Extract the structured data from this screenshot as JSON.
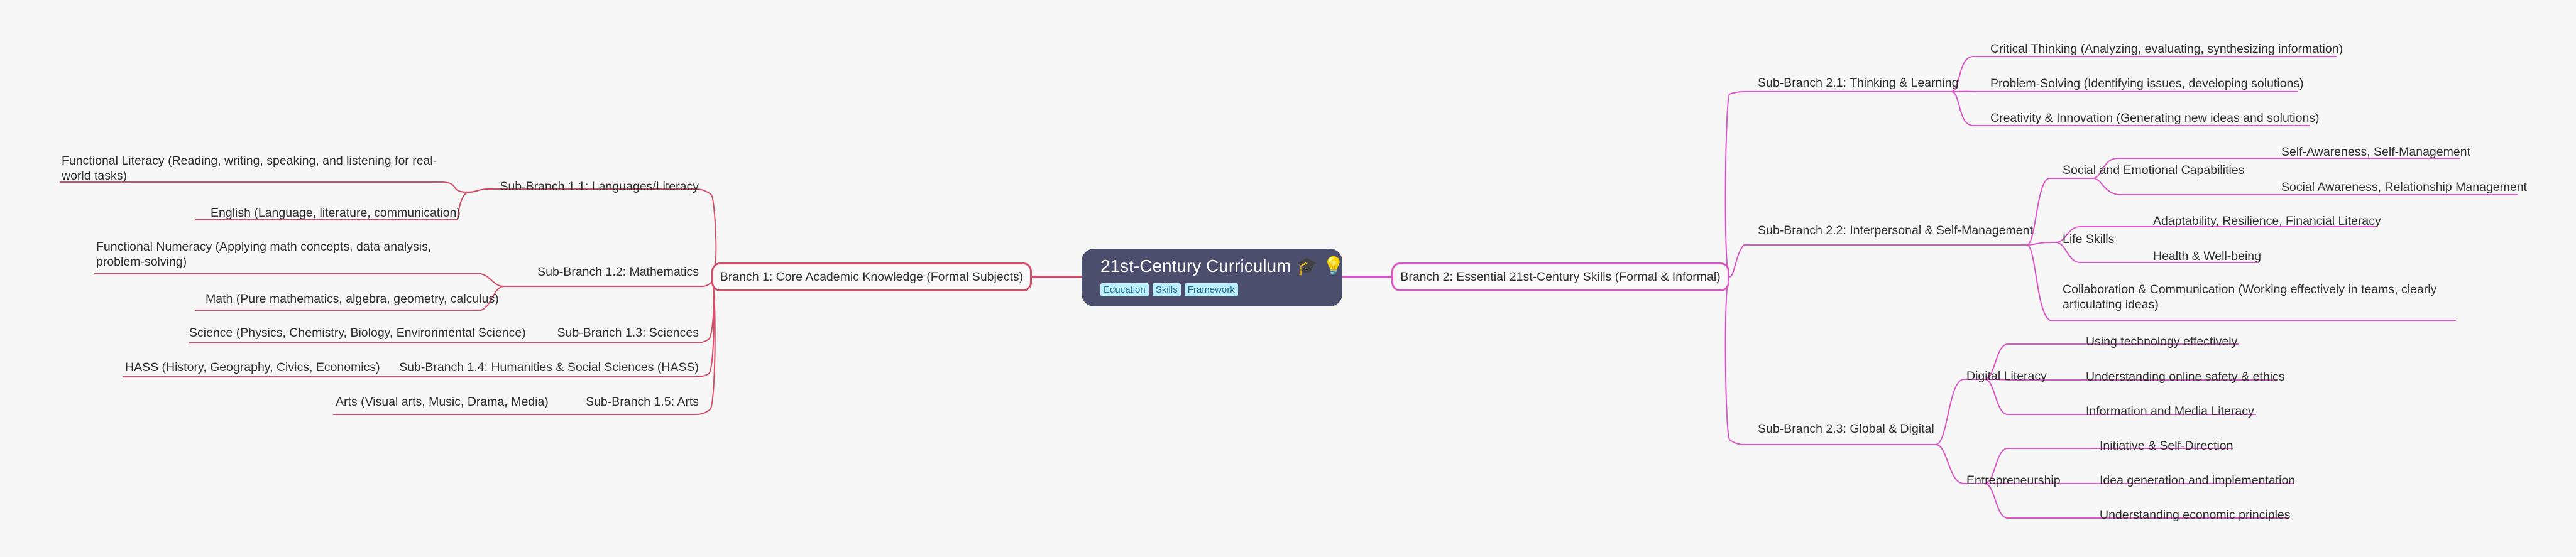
{
  "root": {
    "title": "21st-Century Curriculum",
    "emoji": "🎓 💡",
    "tags": [
      "Education",
      "Skills",
      "Framework"
    ]
  },
  "colors": {
    "left_branch": "#d14d68",
    "right_branch": "#d956c6",
    "root_bg": "#4b4e6d"
  },
  "branch1": {
    "label": "Branch 1: Core Academic Knowledge (Formal Subjects)",
    "sub1": {
      "label": "Sub-Branch 1.1: Languages/Literacy",
      "items": [
        "Functional Literacy (Reading, writing, speaking, and listening for real-world tasks)",
        "English (Language, literature, communication)"
      ]
    },
    "sub2": {
      "label": "Sub-Branch 1.2: Mathematics",
      "items": [
        "Functional Numeracy (Applying math concepts, data analysis, problem-solving)",
        "Math (Pure mathematics, algebra, geometry, calculus)"
      ]
    },
    "sub3": {
      "label": "Sub-Branch 1.3: Sciences",
      "items": [
        "Science (Physics, Chemistry, Biology, Environmental Science)"
      ]
    },
    "sub4": {
      "label": "Sub-Branch 1.4: Humanities & Social Sciences (HASS)",
      "items": [
        "HASS (History, Geography, Civics, Economics)"
      ]
    },
    "sub5": {
      "label": "Sub-Branch 1.5: Arts",
      "items": [
        "Arts (Visual arts, Music, Drama, Media)"
      ]
    }
  },
  "branch2": {
    "label": "Branch 2: Essential 21st-Century Skills (Formal & Informal)",
    "sub1": {
      "label": "Sub-Branch 2.1: Thinking & Learning",
      "items": [
        "Critical Thinking (Analyzing, evaluating, synthesizing information)",
        "Problem-Solving (Identifying issues, developing solutions)",
        "Creativity & Innovation (Generating new ideas and solutions)"
      ]
    },
    "sub2": {
      "label": "Sub-Branch 2.2: Interpersonal & Self-Management",
      "social": {
        "label": "Social and Emotional Capabilities",
        "items": [
          "Self-Awareness, Self-Management",
          "Social Awareness, Relationship Management"
        ]
      },
      "life": {
        "label": "Life Skills",
        "items": [
          "Adaptability, Resilience, Financial Literacy",
          "Health & Well-being"
        ]
      },
      "collab": "Collaboration & Communication (Working effectively in teams, clearly articulating ideas)"
    },
    "sub3": {
      "label": "Sub-Branch 2.3: Global & Digital",
      "digital": {
        "label": "Digital Literacy",
        "items": [
          "Using technology effectively",
          "Understanding online safety & ethics",
          "Information and Media Literacy"
        ]
      },
      "entre": {
        "label": "Entrepreneurship",
        "items": [
          "Initiative & Self-Direction",
          "Idea generation and implementation",
          "Understanding economic principles"
        ]
      }
    }
  }
}
